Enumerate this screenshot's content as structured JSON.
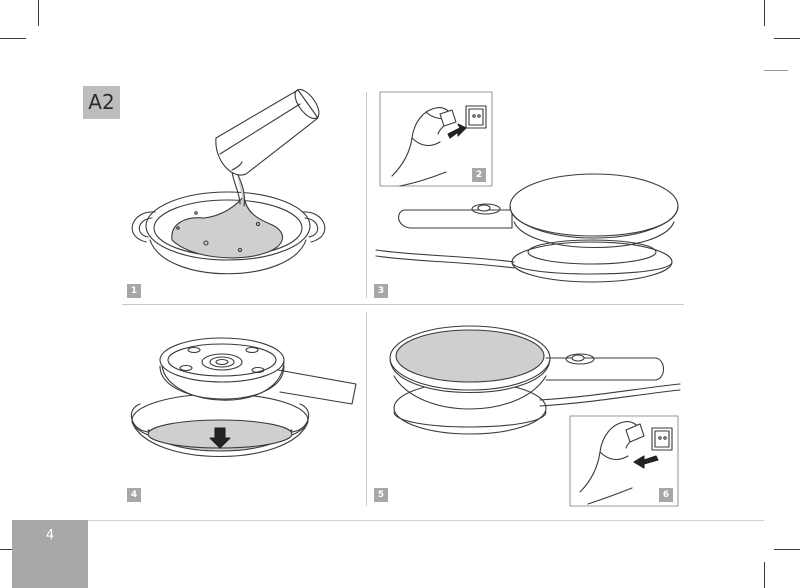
{
  "section": {
    "label": "A2"
  },
  "steps": [
    {
      "number": "1",
      "icon": "pour-water-into-base-icon"
    },
    {
      "number": "2",
      "icon": "plug-into-socket-icon"
    },
    {
      "number": "3",
      "icon": "cooker-on-base-icon"
    },
    {
      "number": "4",
      "icon": "dip-cooker-into-base-icon"
    },
    {
      "number": "5",
      "icon": "cooker-filled-on-base-icon"
    },
    {
      "number": "6",
      "icon": "unplug-from-socket-icon"
    }
  ],
  "page": {
    "number": "4"
  },
  "colors": {
    "badge": "#a7a7a7",
    "section_label": "#bdbdbd",
    "page_box": "#a8a8a8",
    "fill_grey": "#cfcfcf"
  }
}
